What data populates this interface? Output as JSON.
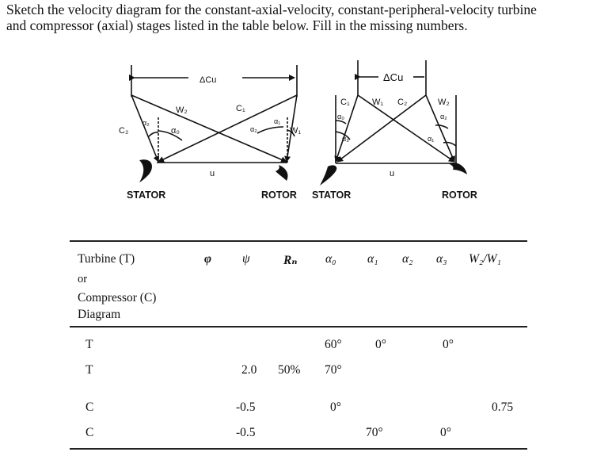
{
  "prompt": {
    "line1": "Sketch the velocity diagram for the constant-axial-velocity, constant-peripheral-velocity turbine",
    "line2": "and compressor (axial) stages listed in the table below. Fill in the missing numbers."
  },
  "diagram": {
    "turbine": {
      "delta_cu": "ΔCu",
      "w2": "W₂",
      "c1": "C₁",
      "c2": "C₂",
      "w1": "W₁",
      "a0": "α₀",
      "a1": "α₁",
      "a2": "α₂",
      "a2b": "α₂",
      "u": "u",
      "stator": "STATOR",
      "rotor": "ROTOR"
    },
    "compressor": {
      "delta_cu": "ΔCu",
      "c1": "C₁",
      "w1": "W₁",
      "c2": "C₂",
      "w2": "W₂",
      "a0": "α₀",
      "a3": "α₃",
      "a2": "α₂",
      "a1": "α₁",
      "u": "u",
      "stator": "STATOR",
      "rotor": "ROTOR"
    }
  },
  "table": {
    "row_header": [
      "Turbine (T)",
      "or",
      "Compressor (C)",
      "Diagram"
    ],
    "columns": [
      "φ",
      "ψ",
      "Rₙ",
      "α₀",
      "α₁",
      "α₂",
      "α₃",
      "W₂/W₁"
    ],
    "rows": [
      {
        "type": "T",
        "phi": "",
        "psi": "",
        "rn": "",
        "a0": "60°",
        "a1": "0°",
        "a2": "",
        "a3": "0°",
        "w": ""
      },
      {
        "type": "T",
        "phi": "",
        "psi": "2.0",
        "rn": "50%",
        "a0": "70°",
        "a1": "",
        "a2": "",
        "a3": "",
        "w": ""
      },
      {
        "type": "C",
        "phi": "",
        "psi": "-0.5",
        "rn": "",
        "a0": "0°",
        "a1": "",
        "a2": "",
        "a3": "",
        "w": "0.75"
      },
      {
        "type": "C",
        "phi": "",
        "psi": "-0.5",
        "rn": "",
        "a0": "",
        "a1": "70°",
        "a2": "",
        "a3": "0°",
        "w": ""
      }
    ]
  }
}
